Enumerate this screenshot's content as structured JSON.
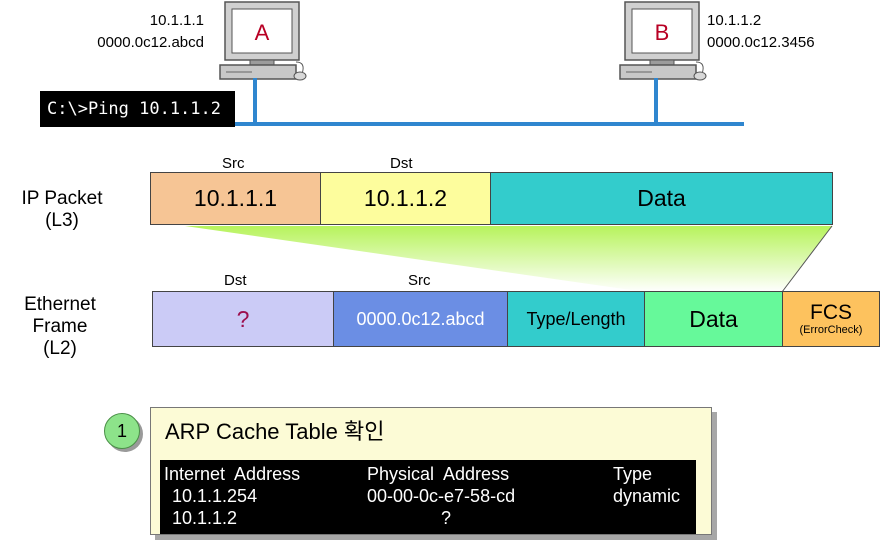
{
  "host_a": {
    "letter": "A",
    "ip": "10.1.1.1",
    "mac": "0000.0c12.abcd"
  },
  "host_b": {
    "letter": "B",
    "ip": "10.1.1.2",
    "mac": "0000.0c12.3456"
  },
  "command": "C:\\>Ping 10.1.1.2",
  "ip_packet": {
    "label_line1": "IP Packet",
    "label_line2": "(L3)",
    "src_header": "Src",
    "dst_header": "Dst",
    "src_value": "10.1.1.1",
    "dst_value": "10.1.1.2",
    "data_value": "Data"
  },
  "ethernet_frame": {
    "label_line1": "Ethernet",
    "label_line2": "Frame",
    "label_line3": "(L2)",
    "dst_header": "Dst",
    "src_header": "Src",
    "dst_value": "?",
    "src_value": "0000.0c12.abcd",
    "type_value": "Type/Length",
    "data_value": "Data",
    "fcs_value": "FCS",
    "fcs_note": "(ErrorCheck)"
  },
  "step_number": "1",
  "arp": {
    "title": "ARP Cache Table 확인",
    "headers": [
      "Internet  Address",
      "Physical  Address",
      "Type"
    ],
    "rows": [
      {
        "ip": "10.1.1.254",
        "mac": "00-00-0c-e7-58-cd",
        "type": "dynamic"
      },
      {
        "ip": "10.1.1.2",
        "mac": "?",
        "type": ""
      }
    ]
  },
  "colors": {
    "wire": "#2f86cf",
    "src_field": "#f6c595",
    "dst_field": "#fdfd9d",
    "ip_data_field": "#33cccc",
    "eth_dst_field": "#cbcbf6",
    "eth_src_field": "#6b8ee4",
    "type_field": "#33cccc",
    "eth_data_field": "#66f99a",
    "fcs_field": "#fdc25e",
    "arp_box": "#fcfbd6",
    "step_circle": "#8de38a"
  }
}
